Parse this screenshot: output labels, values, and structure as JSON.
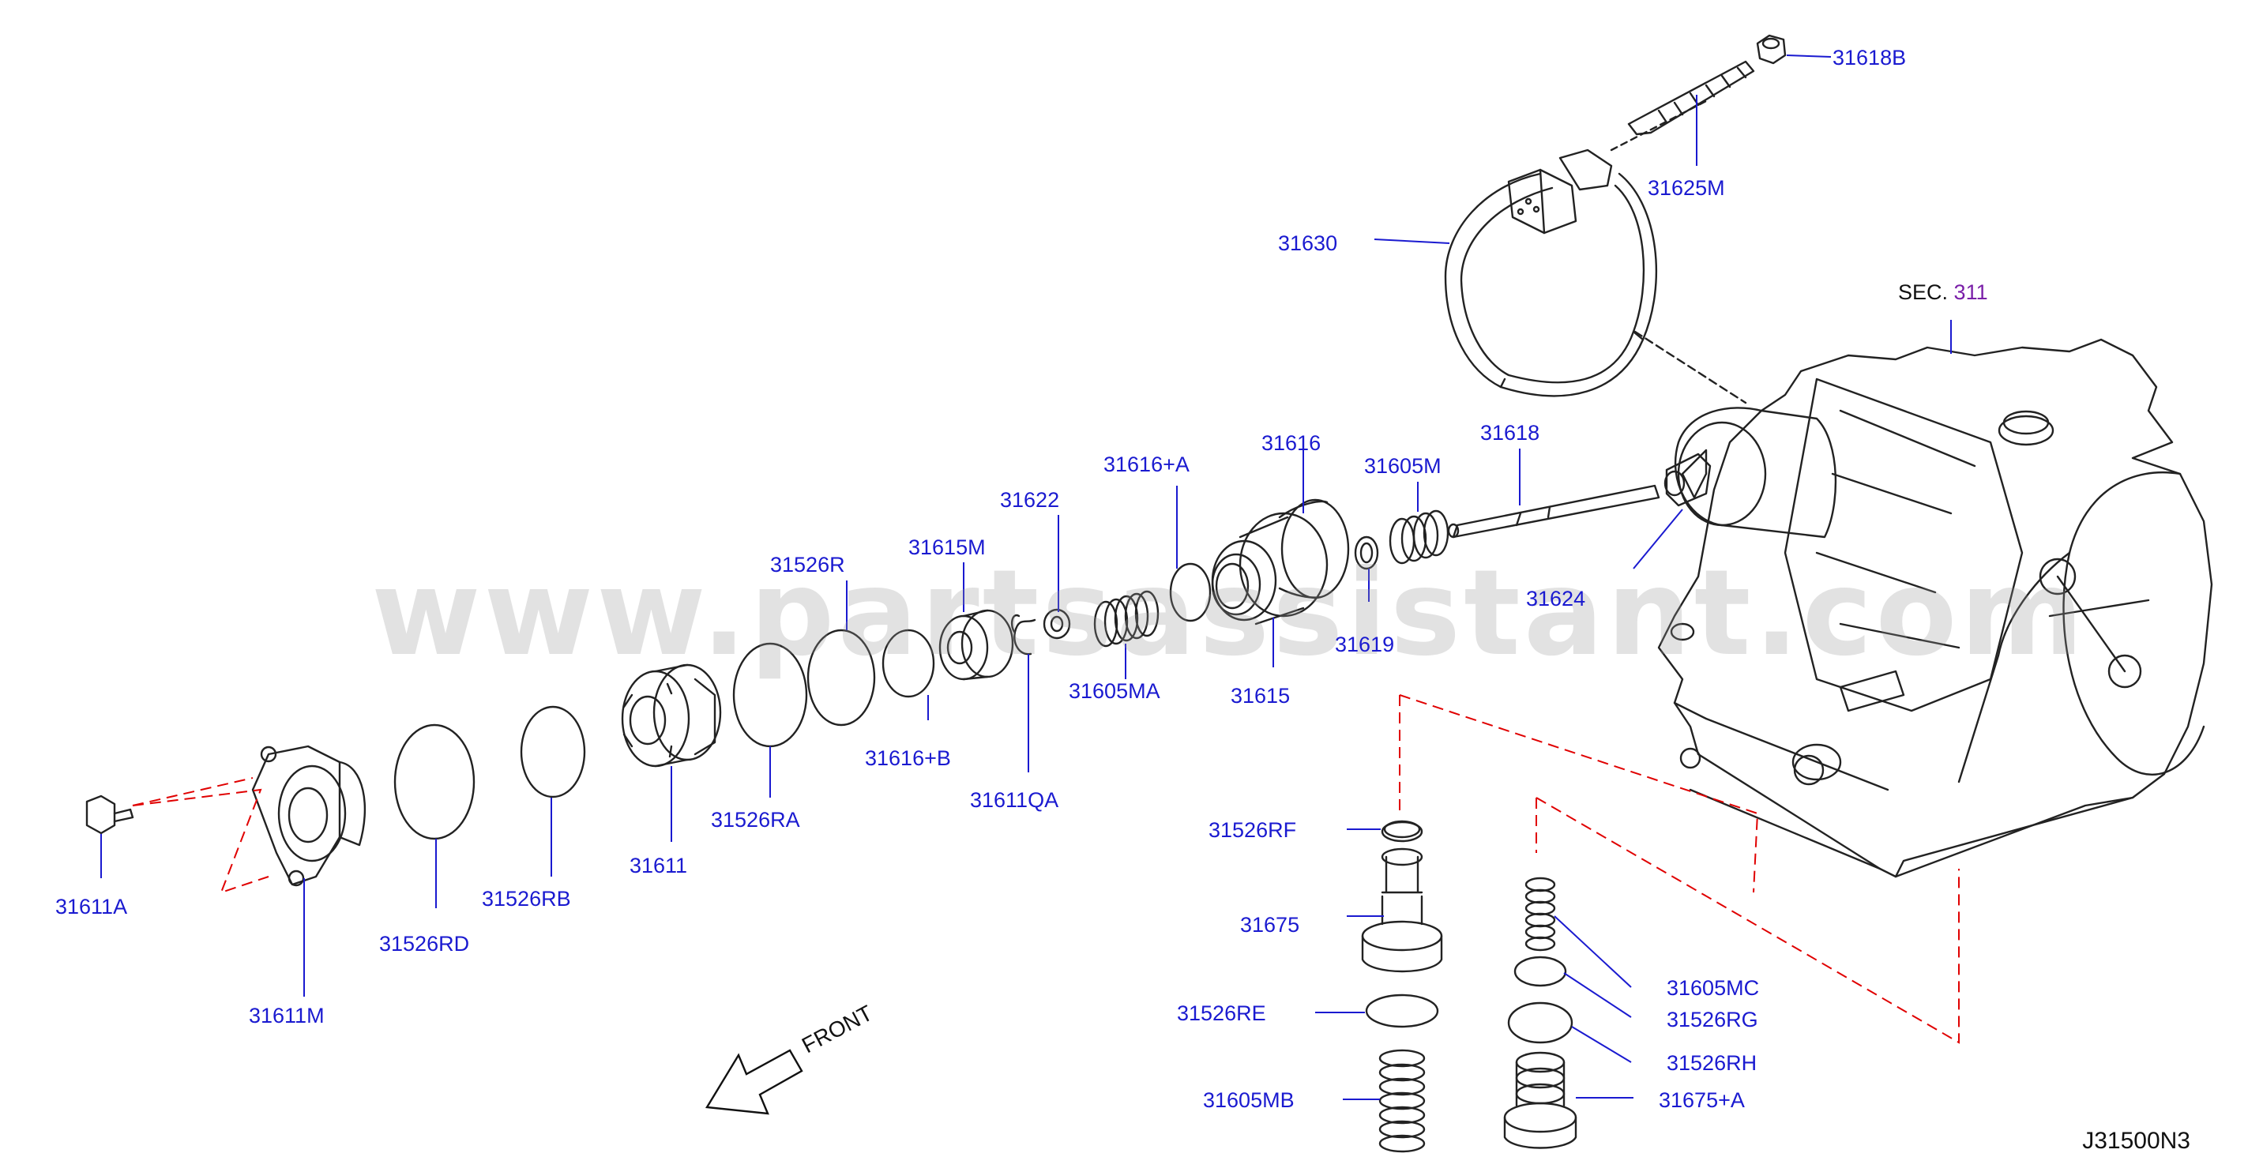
{
  "watermark": "www.partsassistant.com",
  "diagram_ref": "J31500N3",
  "front_label": "FRONT",
  "section": {
    "prefix": "SEC.",
    "number": "311"
  },
  "parts": [
    {
      "id": "p31618B",
      "label": "31618B"
    },
    {
      "id": "p31625M",
      "label": "31625M"
    },
    {
      "id": "p31630",
      "label": "31630"
    },
    {
      "id": "p31618",
      "label": "31618"
    },
    {
      "id": "p31616",
      "label": "31616"
    },
    {
      "id": "p31605M",
      "label": "31605M"
    },
    {
      "id": "p31616A",
      "label": "31616+A"
    },
    {
      "id": "p31622",
      "label": "31622"
    },
    {
      "id": "p31615M",
      "label": "31615M"
    },
    {
      "id": "p31526R",
      "label": "31526R"
    },
    {
      "id": "p31624",
      "label": "31624"
    },
    {
      "id": "p31619",
      "label": "31619"
    },
    {
      "id": "p31615",
      "label": "31615"
    },
    {
      "id": "p31605MA",
      "label": "31605MA"
    },
    {
      "id": "p31616B",
      "label": "31616+B"
    },
    {
      "id": "p31611QA",
      "label": "31611QA"
    },
    {
      "id": "p31526RA",
      "label": "31526RA"
    },
    {
      "id": "p31611",
      "label": "31611"
    },
    {
      "id": "p31611A",
      "label": "31611A"
    },
    {
      "id": "p31526RB",
      "label": "31526RB"
    },
    {
      "id": "p31526RD",
      "label": "31526RD"
    },
    {
      "id": "p31611M",
      "label": "31611M"
    },
    {
      "id": "p31526RF",
      "label": "31526RF"
    },
    {
      "id": "p31675",
      "label": "31675"
    },
    {
      "id": "p31526RE",
      "label": "31526RE"
    },
    {
      "id": "p31605MB",
      "label": "31605MB"
    },
    {
      "id": "p31605MC",
      "label": "31605MC"
    },
    {
      "id": "p31526RG",
      "label": "31526RG"
    },
    {
      "id": "p31526RH",
      "label": "31526RH"
    },
    {
      "id": "p31675A",
      "label": "31675+A"
    }
  ]
}
